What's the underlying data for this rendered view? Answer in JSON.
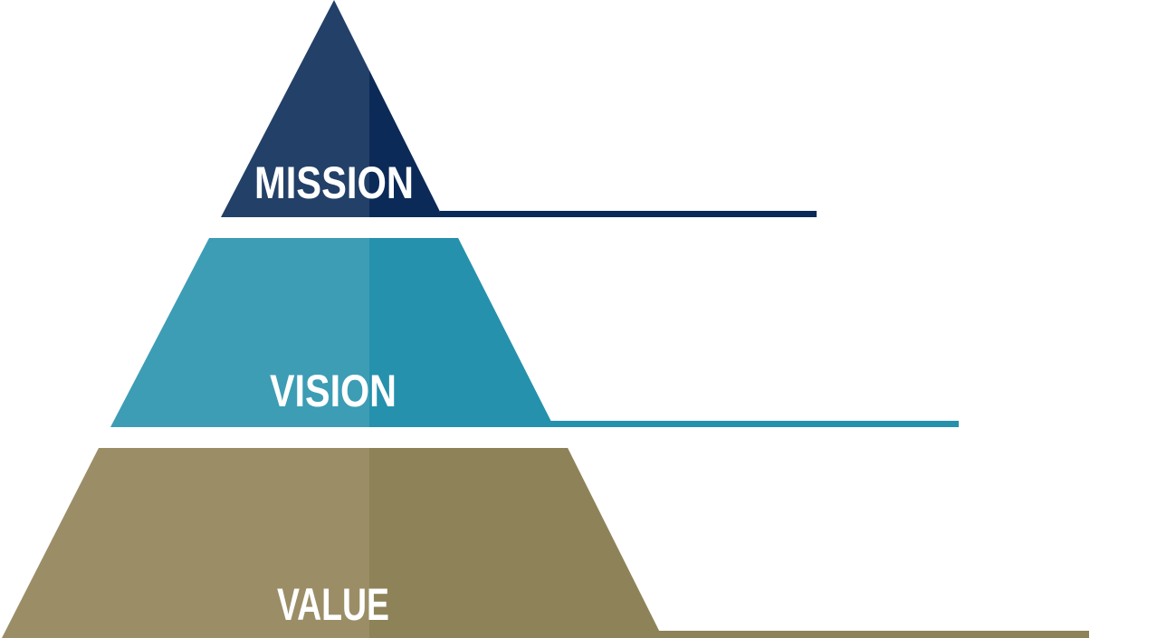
{
  "tiers": [
    {
      "label": "MISSION",
      "color_light": "#234068",
      "color_dark": "#0b2a57"
    },
    {
      "label": "VISION",
      "color_light": "#3c9db5",
      "color_dark": "#2591ad"
    },
    {
      "label": "VALUE",
      "color_light": "#9b8e67",
      "color_dark": "#8e8258"
    }
  ]
}
